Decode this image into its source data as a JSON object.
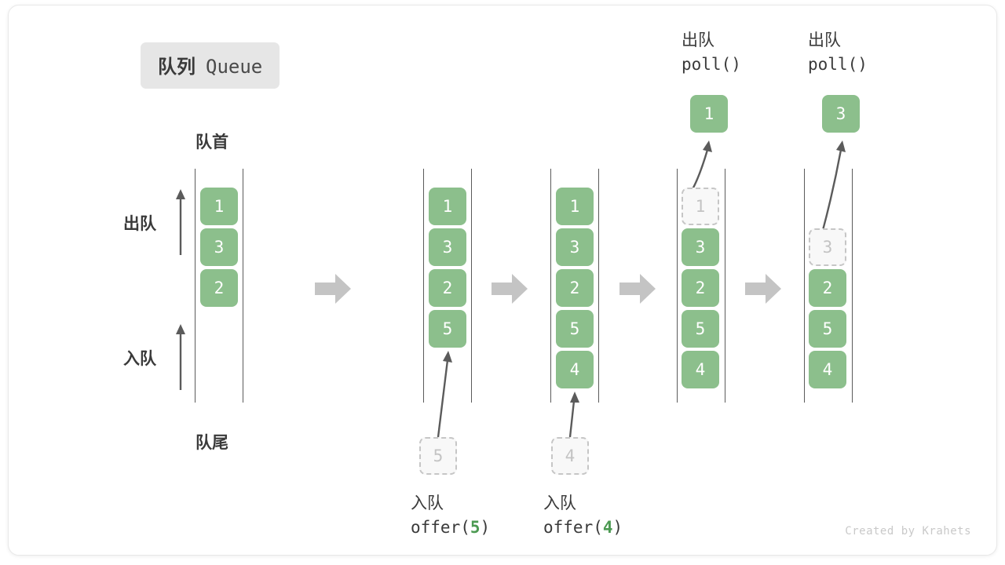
{
  "title": {
    "cn": "队列",
    "en": "Queue"
  },
  "labels": {
    "head": "队首",
    "tail": "队尾",
    "dequeue_arrow": "出队",
    "enqueue_arrow": "入队"
  },
  "operations": [
    {
      "cn": "入队",
      "code_prefix": "offer(",
      "code_num": "5",
      "code_suffix": ")"
    },
    {
      "cn": "入队",
      "code_prefix": "offer(",
      "code_num": "4",
      "code_suffix": ")"
    },
    {
      "cn": "出队",
      "code_prefix": "poll(",
      "code_num": "",
      "code_suffix": ")"
    },
    {
      "cn": "出队",
      "code_prefix": "poll(",
      "code_num": "",
      "code_suffix": ")"
    }
  ],
  "columns": [
    {
      "name": "initial",
      "cells": [
        "1",
        "3",
        "2"
      ]
    },
    {
      "name": "after-offer-5",
      "cells": [
        "1",
        "3",
        "2",
        "5"
      ]
    },
    {
      "name": "after-offer-4",
      "cells": [
        "1",
        "3",
        "2",
        "5",
        "4"
      ]
    },
    {
      "name": "during-poll-1",
      "cells": [
        "1",
        "3",
        "2",
        "5",
        "4"
      ]
    },
    {
      "name": "during-poll-3",
      "cells": [
        "",
        "3",
        "2",
        "5",
        "4"
      ]
    }
  ],
  "incoming": [
    {
      "value": "5",
      "column": "after-offer-5"
    },
    {
      "value": "4",
      "column": "after-offer-4"
    }
  ],
  "outgoing": [
    {
      "value": "1",
      "column": "during-poll-1"
    },
    {
      "value": "3",
      "column": "during-poll-3"
    }
  ],
  "colors": {
    "cell_fill": "#8cbf8c",
    "cell_text": "#ffffff",
    "ghost_fill": "#f8f8f8",
    "ghost_border": "#c6c6c6",
    "ghost_text": "#c3c3c3",
    "rail": "#5b5b5b",
    "block_arrow": "#c4c4c4",
    "thin_arrow": "#5b5b5b",
    "badge_bg": "#e6e6e6",
    "accent_green": "#4c9a52"
  },
  "credit": "Created by Krahets"
}
